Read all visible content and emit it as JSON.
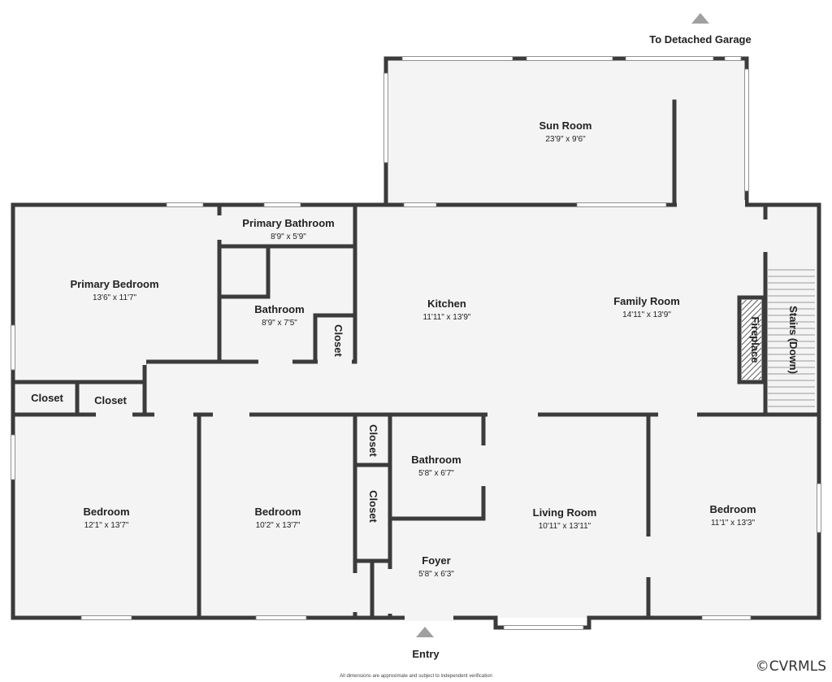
{
  "labels": {
    "garage": "To Detached Garage",
    "entry": "Entry",
    "fireplace": "Fireplace",
    "stairs": "Stairs (Down)",
    "footer": "All dimensions are approximate and subject to independent verification",
    "watermark": "©CVRMLS"
  },
  "rooms": {
    "sun_room": {
      "name": "Sun Room",
      "dim": "23'9\" x 9'6\""
    },
    "primary_bath": {
      "name": "Primary Bathroom",
      "dim": "8'9\" x 5'9\""
    },
    "primary_bed": {
      "name": "Primary Bedroom",
      "dim": "13'6\" x 11'7\""
    },
    "bath_a": {
      "name": "Bathroom",
      "dim": "8'9\" x 7'5\""
    },
    "kitchen": {
      "name": "Kitchen",
      "dim": "11'11\" x 13'9\""
    },
    "family": {
      "name": "Family Room",
      "dim": "14'11\" x 13'9\""
    },
    "closet_a": {
      "name": "Closet"
    },
    "closet_b": {
      "name": "Closet"
    },
    "closet_c": {
      "name": "Closet"
    },
    "closet_d": {
      "name": "Closet"
    },
    "closet_e": {
      "name": "Closet"
    },
    "bed_1": {
      "name": "Bedroom",
      "dim": "12'1\" x 13'7\""
    },
    "bed_2": {
      "name": "Bedroom",
      "dim": "10'2\" x 13'7\""
    },
    "bath_b": {
      "name": "Bathroom",
      "dim": "5'8\" x 6'7\""
    },
    "foyer": {
      "name": "Foyer",
      "dim": "5'8\" x 6'3\""
    },
    "living": {
      "name": "Living Room",
      "dim": "10'11\" x 13'11\""
    },
    "bed_3": {
      "name": "Bedroom",
      "dim": "11'1\" x 13'3\""
    }
  },
  "colors": {
    "wall": "#3b3b3b",
    "floor": "#f4f4f4",
    "window": "#ffffff"
  }
}
